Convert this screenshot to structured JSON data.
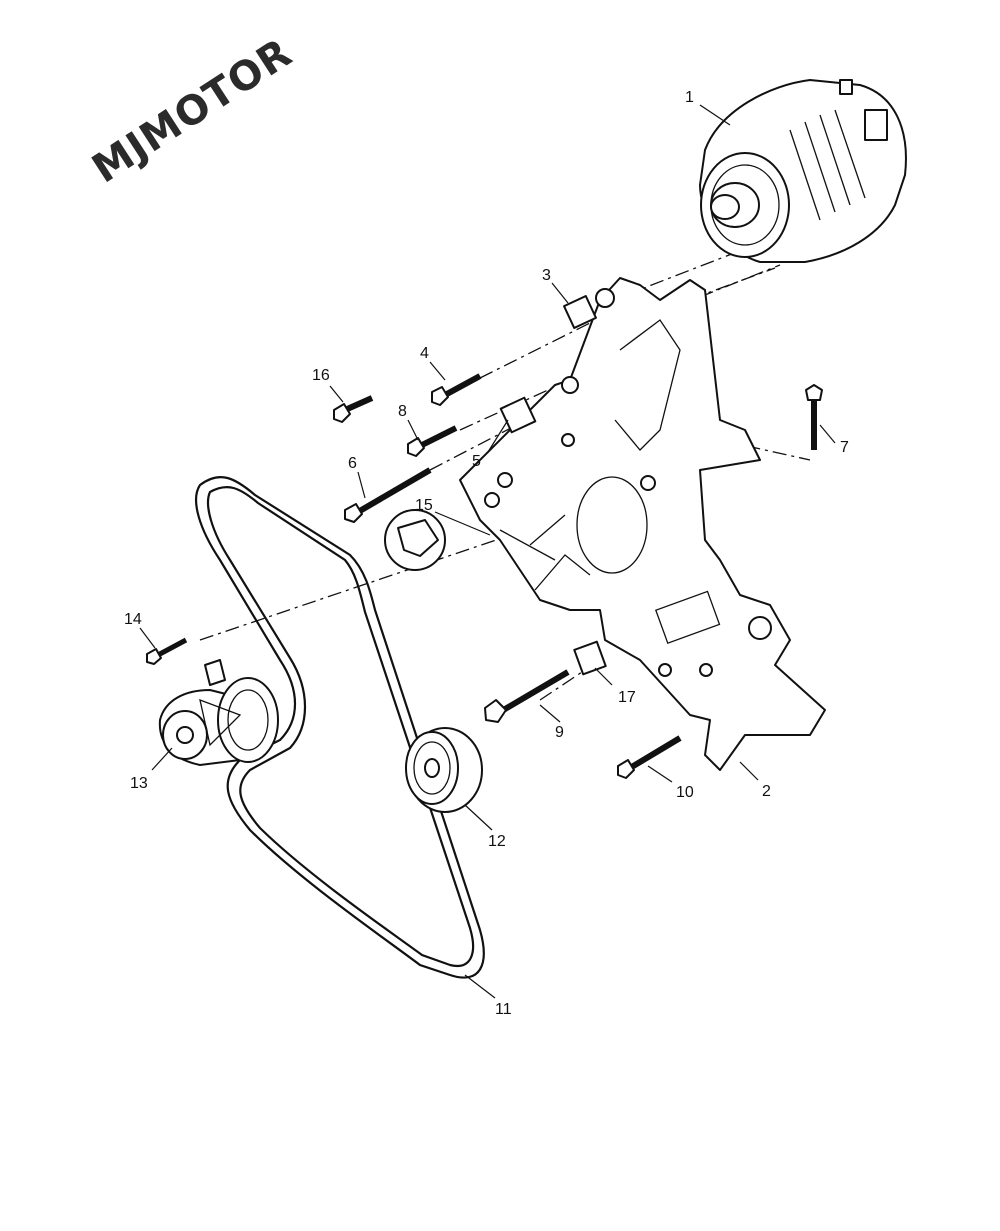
{
  "watermark": "MJMOTOR",
  "callouts": [
    {
      "id": 1,
      "label": "1"
    },
    {
      "id": 2,
      "label": "2"
    },
    {
      "id": 3,
      "label": "3"
    },
    {
      "id": 4,
      "label": "4"
    },
    {
      "id": 5,
      "label": "5"
    },
    {
      "id": 6,
      "label": "6"
    },
    {
      "id": 7,
      "label": "7"
    },
    {
      "id": 8,
      "label": "8"
    },
    {
      "id": 9,
      "label": "9"
    },
    {
      "id": 10,
      "label": "10"
    },
    {
      "id": 11,
      "label": "11"
    },
    {
      "id": 12,
      "label": "12"
    },
    {
      "id": 13,
      "label": "13"
    },
    {
      "id": 14,
      "label": "14"
    },
    {
      "id": 15,
      "label": "15"
    },
    {
      "id": 16,
      "label": "16"
    },
    {
      "id": 17,
      "label": "17"
    }
  ],
  "colors": {
    "line": "#111111",
    "background": "#ffffff",
    "watermark": "#2b2b2b"
  }
}
